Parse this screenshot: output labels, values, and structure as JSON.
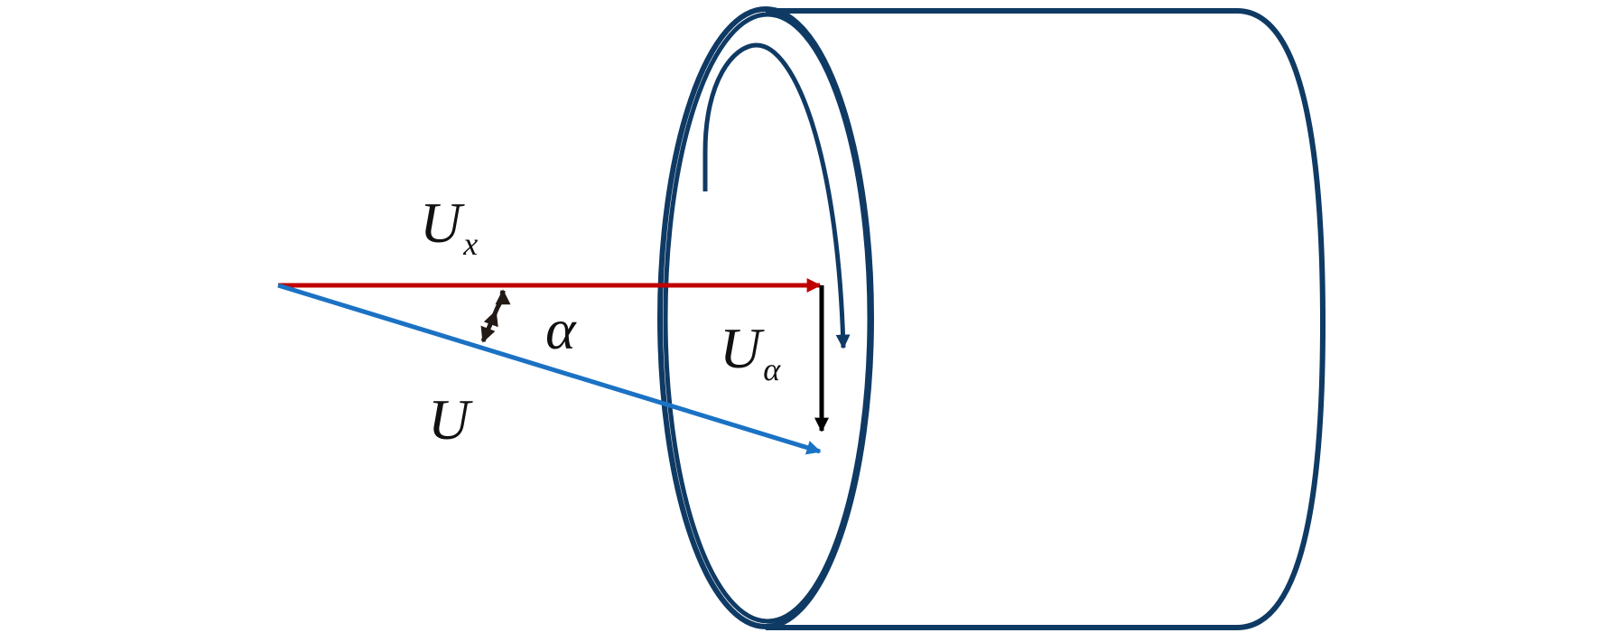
{
  "labels": {
    "ux_base": "U",
    "ux_sub": "x",
    "u": "U",
    "alpha": "α",
    "ua_base": "U",
    "ua_sub": "α"
  },
  "colors": {
    "cylinder": "#0f3a64",
    "ux_vector": "#c00000",
    "u_vector": "#1b72c4",
    "ua_vector": "#000000",
    "angle_arrow": "#231a15",
    "background": "#ffffff"
  }
}
